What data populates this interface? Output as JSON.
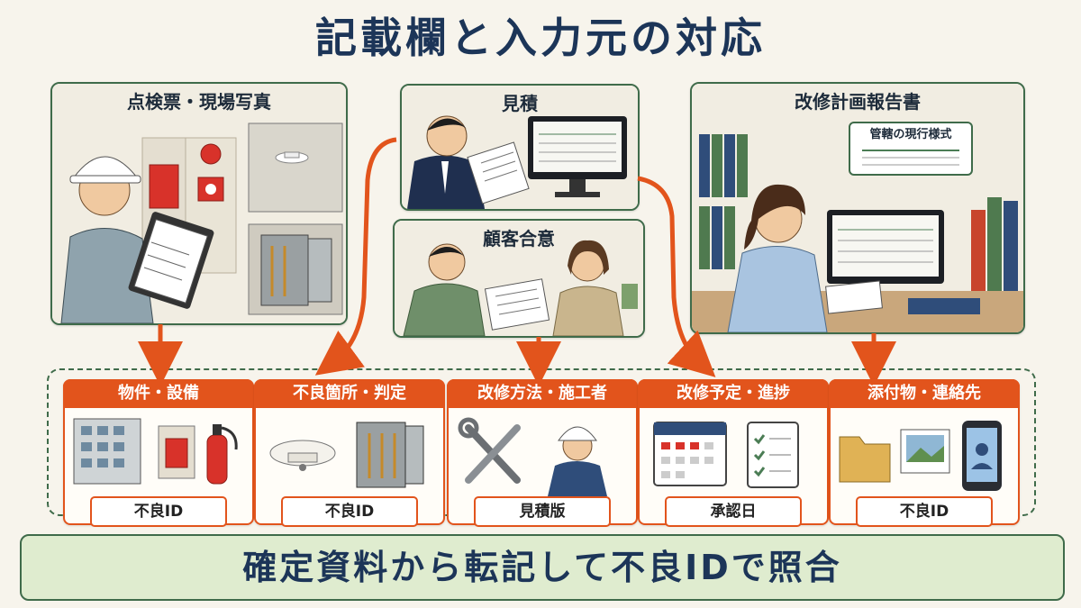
{
  "title": "記載欄と入力元の対応",
  "sources": {
    "inspection": {
      "label": "点検票・現場写真"
    },
    "estimate": {
      "label": "見積"
    },
    "consent": {
      "label": "顧客合意"
    },
    "report": {
      "label": "改修計画報告書",
      "sub_label": "管轄の現行様式"
    }
  },
  "fields": [
    {
      "label": "物件・設備",
      "footer": "不良ID",
      "icons": [
        "building-icon",
        "fire-alarm-panel-icon",
        "fire-extinguisher-icon"
      ]
    },
    {
      "label": "不良箇所・判定",
      "footer": "不良ID",
      "icons": [
        "smoke-detector-icon",
        "electrical-panel-icon"
      ]
    },
    {
      "label": "改修方法・施工者",
      "footer": "見積版",
      "icons": [
        "tools-icon",
        "worker-icon"
      ]
    },
    {
      "label": "改修予定・進捗",
      "footer": "承認日",
      "icons": [
        "calendar-icon",
        "checklist-icon"
      ]
    },
    {
      "label": "添付物・連絡先",
      "footer": "不良ID",
      "icons": [
        "folder-icon",
        "photo-icon",
        "phone-icon"
      ]
    }
  ],
  "summary": "確定資料から転記して不良IDで照合",
  "colors": {
    "accent": "#e2541c",
    "frame": "#3f6b4a",
    "title": "#1c3558",
    "summary_bg": "#dfeccf"
  }
}
